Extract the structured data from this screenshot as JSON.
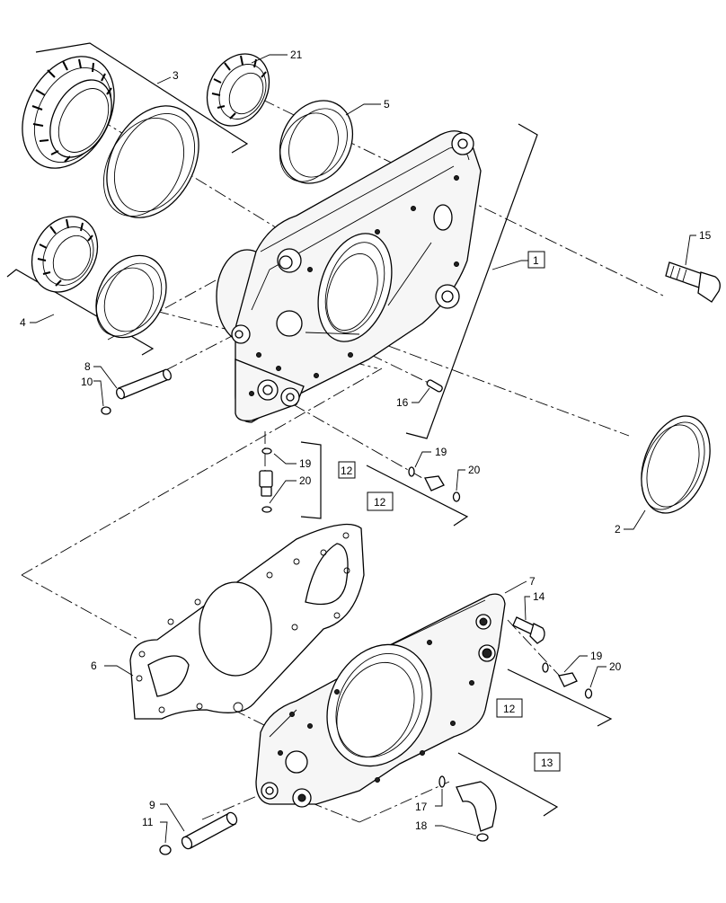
{
  "callouts": {
    "c1": "1",
    "c2": "2",
    "c3": "3",
    "c4": "4",
    "c5": "5",
    "c6": "6",
    "c7": "7",
    "c8": "8",
    "c9": "9",
    "c10": "10",
    "c11": "11",
    "c12a": "12",
    "c12b": "12",
    "c12c": "12",
    "c13": "13",
    "c14": "14",
    "c15": "15",
    "c16": "16",
    "c17": "17",
    "c18": "18",
    "c19a": "19",
    "c19b": "19",
    "c19c": "19",
    "c20a": "20",
    "c20b": "20",
    "c20c": "20",
    "c21": "21"
  }
}
